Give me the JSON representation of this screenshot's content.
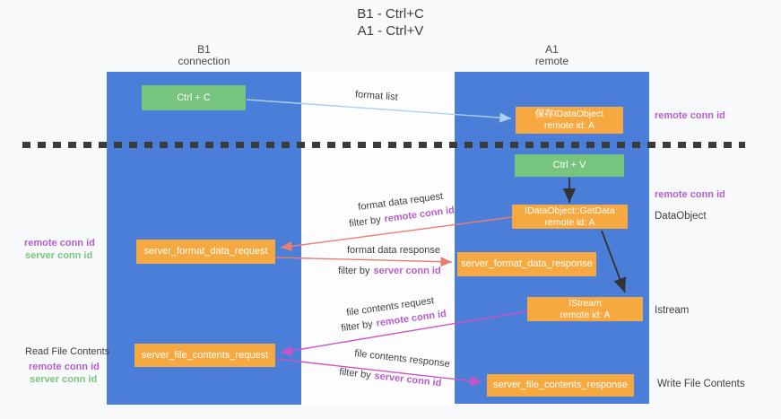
{
  "title": {
    "line1": "B1 - Ctrl+C",
    "line2": "A1 - Ctrl+V"
  },
  "lanes": {
    "left": {
      "name": "B1",
      "subtitle": "connection"
    },
    "right": {
      "name": "A1",
      "subtitle": "remote"
    }
  },
  "nodes": {
    "ctrl_c": "Ctrl + C",
    "save_idataobject_line1": "保存IDataObject",
    "save_idataobject_line2": "remote id: A",
    "ctrl_v": "Ctrl + V",
    "getdata_line1": "IDataObject::GetData",
    "getdata_line2": "remote id: A",
    "server_format_data_request": "server_format_data_request",
    "server_format_data_response": "server_format_data_response",
    "istream_line1": "IStream",
    "istream_line2": "remote id: A",
    "server_file_contents_request": "server_file_contents_request",
    "server_file_contents_response": "server_file_contents_response"
  },
  "edge_labels": {
    "format_list": "format list",
    "format_data_request": "format data request",
    "format_data_response": "format data response",
    "file_contents_request": "file contents request",
    "file_contents_response": "file contents response",
    "filter_by": "filter by",
    "remote_conn_id": "remote conn id",
    "server_conn_id": "server conn id"
  },
  "side_labels": {
    "left_remote_conn_id": "remote conn id",
    "left_server_conn_id": "server conn id",
    "read_file_contents": "Read File Contents",
    "bottom_remote_conn_id": "remote conn id",
    "bottom_server_conn_id": "server conn id",
    "right_remote_conn_id_top": "remote conn id",
    "right_remote_conn_id_mid": "remote conn id",
    "dataobject": "DataObject",
    "istream": "Istream",
    "write_file_contents": "Write File Contents"
  },
  "colors": {
    "lane_blue": "#4b7ed8",
    "box_orange": "#f7a941",
    "box_green": "#77c47e",
    "arrow_red": "#e87e73",
    "arrow_magenta": "#cf52c4",
    "arrow_blue": "#a8d2f0",
    "arrow_black": "#333333",
    "text_purple": "#b45fc9",
    "text_green": "#7cc47f"
  }
}
